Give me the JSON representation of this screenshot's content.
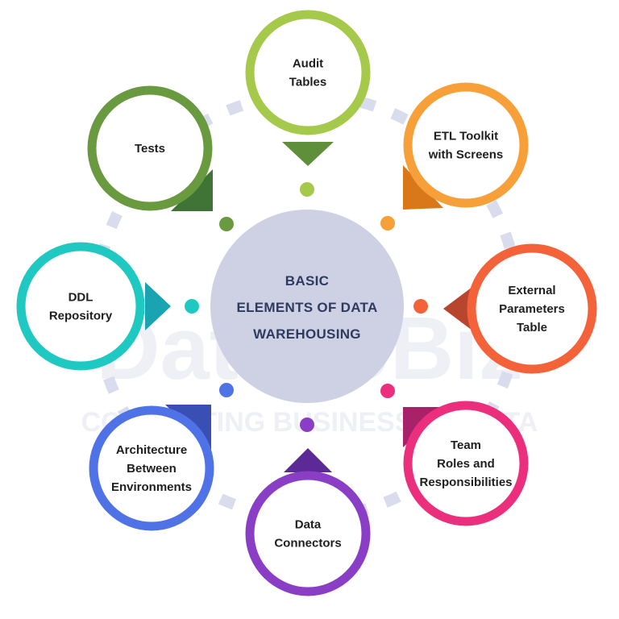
{
  "center": {
    "lines": [
      "BASIC",
      "ELEMENTS OF DATA",
      "WAREHOUSING"
    ],
    "fill": "#cdd1e3",
    "text_color": "#2f3a5f"
  },
  "ring_color": "#d8dcec",
  "watermark": {
    "brand": "DataToBiz",
    "tagline": "CONNECTING BUSINESS TO DATA"
  },
  "nodes": [
    {
      "id": "audit-tables",
      "lines": [
        "Audit",
        "Tables"
      ],
      "color": "#a5c94a",
      "accent": "#5f8f3a"
    },
    {
      "id": "etl-toolkit",
      "lines": [
        "ETL Toolkit",
        "with Screens"
      ],
      "color": "#f7a03a",
      "accent": "#d9781a"
    },
    {
      "id": "external-parameters",
      "lines": [
        "External",
        "Parameters",
        "Table"
      ],
      "color": "#f4623a",
      "accent": "#b8452e"
    },
    {
      "id": "team-roles",
      "lines": [
        "Team",
        "Roles and",
        "Responsibilities"
      ],
      "color": "#ec2f7d",
      "accent": "#a8226a"
    },
    {
      "id": "data-connectors",
      "lines": [
        "Data",
        "Connectors"
      ],
      "color": "#8a3ec6",
      "accent": "#5b2a96"
    },
    {
      "id": "architecture",
      "lines": [
        "Architecture",
        "Between",
        "Environments"
      ],
      "color": "#4f73e6",
      "accent": "#3a4fb3"
    },
    {
      "id": "ddl-repository",
      "lines": [
        "DDL",
        "Repository"
      ],
      "color": "#1fc9c2",
      "accent": "#1aa3b1"
    },
    {
      "id": "tests",
      "lines": [
        "Tests"
      ],
      "color": "#6a9a3f",
      "accent": "#3f7436"
    }
  ]
}
